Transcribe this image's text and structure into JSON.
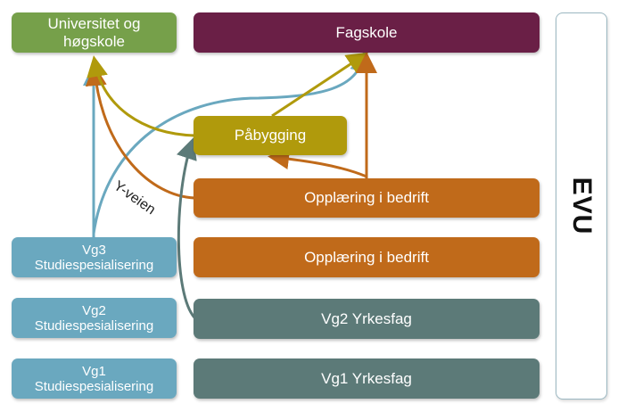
{
  "diagram": {
    "colors": {
      "university": "#76a04a",
      "fagskole": "#6a1f46",
      "pabygging": "#b09a0c",
      "opplaering": "#c06a1a",
      "studiespesialisering": "#6aa8bf",
      "yrkesfag": "#5c7a78"
    },
    "boxes": {
      "university": {
        "label_line1": "Universitet og",
        "label_line2": "høgskole"
      },
      "fagskole": {
        "label": "Fagskole"
      },
      "pabygging": {
        "label": "Påbygging"
      },
      "opplaering_upper": {
        "label": "Opplæring i bedrift"
      },
      "opplaering_lower": {
        "label": "Opplæring i bedrift"
      },
      "vg3_st": {
        "line1": "Vg3",
        "line2": "Studiespesialisering"
      },
      "vg2_st": {
        "line1": "Vg2",
        "line2": "Studiespesialisering"
      },
      "vg1_st": {
        "line1": "Vg1",
        "line2": "Studiespesialisering"
      },
      "vg2_yf": {
        "label": "Vg2 Yrkesfag"
      },
      "vg1_yf": {
        "label": "Vg1 Yrkesfag"
      }
    },
    "evu_label": "EVU",
    "yveien_label": "Y-veien",
    "connections": [
      {
        "from": "Vg3 Studiespesialisering",
        "to": "Universitet og høgskole",
        "color": "blue"
      },
      {
        "from": "Vg3 Studiespesialisering",
        "to": "Fagskole",
        "color": "blue"
      },
      {
        "from": "Opplæring i bedrift",
        "to": "Universitet og høgskole",
        "color": "orange",
        "label": "Y-veien"
      },
      {
        "from": "Påbygging",
        "to": "Universitet og høgskole",
        "color": "olive"
      },
      {
        "from": "Påbygging",
        "to": "Fagskole",
        "color": "olive"
      },
      {
        "from": "Opplæring i bedrift",
        "to": "Fagskole",
        "color": "orange"
      },
      {
        "from": "Opplæring i bedrift",
        "to": "Påbygging",
        "color": "orange"
      },
      {
        "from": "Vg2 Yrkesfag",
        "to": "Påbygging",
        "color": "teal"
      }
    ]
  }
}
